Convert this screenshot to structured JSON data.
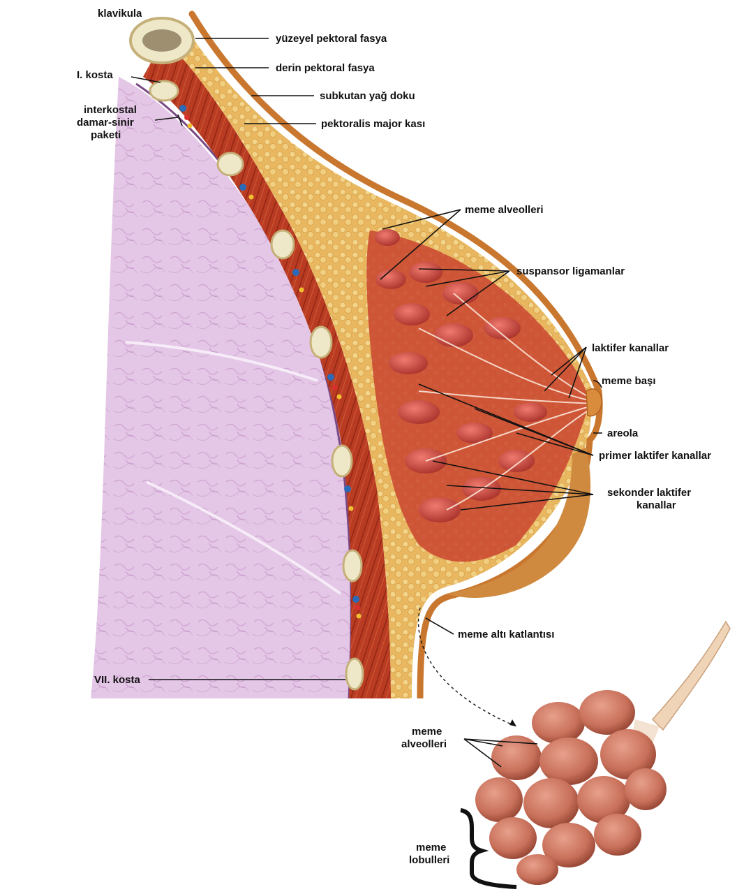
{
  "colors": {
    "lung": "#e4c6e6",
    "lung_dark": "#c79ccc",
    "muscle": "#b93c22",
    "muscle_dark": "#8e2414",
    "fat": "#e8b760",
    "fat_light": "#f3d58c",
    "skin": "#d98c3c",
    "bone": "#efe8c8",
    "gland": "#d9504a",
    "lobule": "#c8705a",
    "label": "#111111"
  },
  "labels": {
    "klavikula": "klavikula",
    "kosta1": "I. kosta",
    "interkostal_1": "interkostal",
    "interkostal_2": "damar-sinir",
    "interkostal_3": "paketi",
    "yuzeyel": "yüzeyel pektoral fasya",
    "derin": "derin pektoral fasya",
    "subkutan": "subkutan yağ doku",
    "pektoralis": "pektoralis major kası",
    "alveoller": "meme alveolleri",
    "suspansor": "suspansor ligamanlar",
    "laktifer": "laktifer kanallar",
    "meme_basi": "meme başı",
    "areola": "areola",
    "primer": "primer laktifer kanallar",
    "sekonder_1": "sekonder laktifer",
    "sekonder_2": "kanallar",
    "alti_katlanti": "meme altı katlantısı",
    "kosta7": "VII. kosta",
    "inset_alveol_1": "meme",
    "inset_alveol_2": "alveolleri",
    "lobul_1": "meme",
    "lobul_2": "lobulleri"
  }
}
